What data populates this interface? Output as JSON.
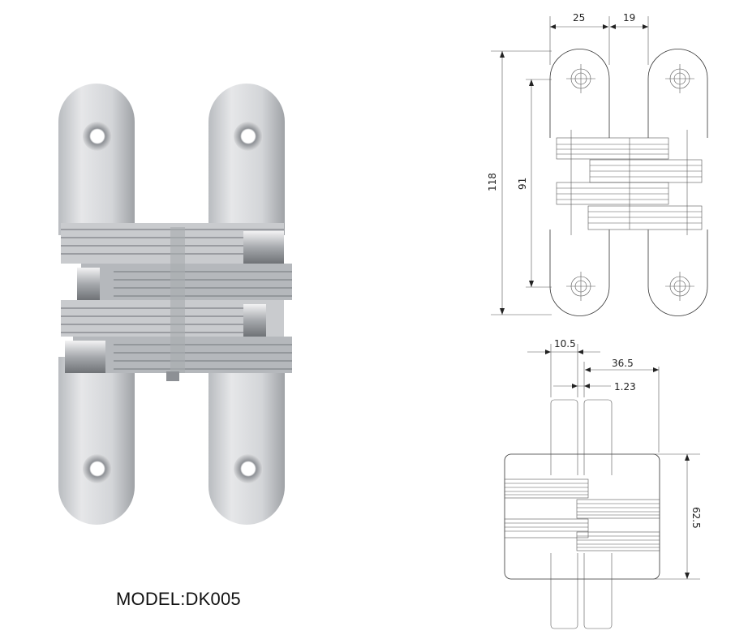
{
  "product": {
    "model_label": "MODEL:DK005"
  },
  "front_view": {
    "dimensions": {
      "leaf_width": "25",
      "leaf_gap": "19",
      "overall_height": "118",
      "hole_spacing": "91"
    }
  },
  "side_view": {
    "dimensions": {
      "leaf_thickness": "10.5",
      "body_depth": "36.5",
      "gap": "1.23",
      "body_height": "62.5"
    }
  }
}
